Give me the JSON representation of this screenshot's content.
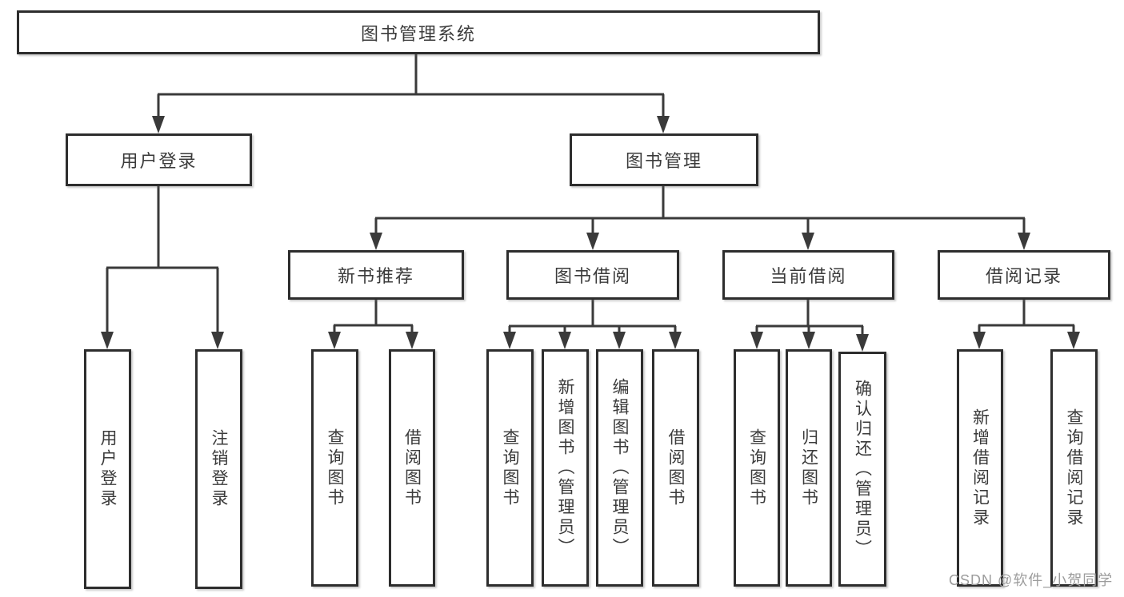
{
  "colors": {
    "background": "#ffffff",
    "connector_line": "#3a3a3a",
    "box_border": "#2d2d2d",
    "text": "#3b3b3b",
    "watermark": "#9c9c9c"
  },
  "watermark": {
    "text": "CSDN @软件_小贺同学"
  },
  "tree": {
    "label": "图书管理系统",
    "children": [
      {
        "label": "用户登录",
        "children": [
          {
            "label": "用户登录"
          },
          {
            "label": "注销登录"
          }
        ]
      },
      {
        "label": "图书管理",
        "children": [
          {
            "label": "新书推荐",
            "children": [
              {
                "label": "查询图书"
              },
              {
                "label": "借阅图书"
              }
            ]
          },
          {
            "label": "图书借阅",
            "children": [
              {
                "label": "查询图书"
              },
              {
                "label": "新增图书（管理员）"
              },
              {
                "label": "编辑图书（管理员）"
              },
              {
                "label": "借阅图书"
              }
            ]
          },
          {
            "label": "当前借阅",
            "children": [
              {
                "label": "查询图书"
              },
              {
                "label": "归还图书"
              },
              {
                "label": "确认归还（管理员）"
              }
            ]
          },
          {
            "label": "借阅记录",
            "children": [
              {
                "label": "新增借阅记录"
              },
              {
                "label": "查询借阅记录"
              }
            ]
          }
        ]
      }
    ]
  }
}
